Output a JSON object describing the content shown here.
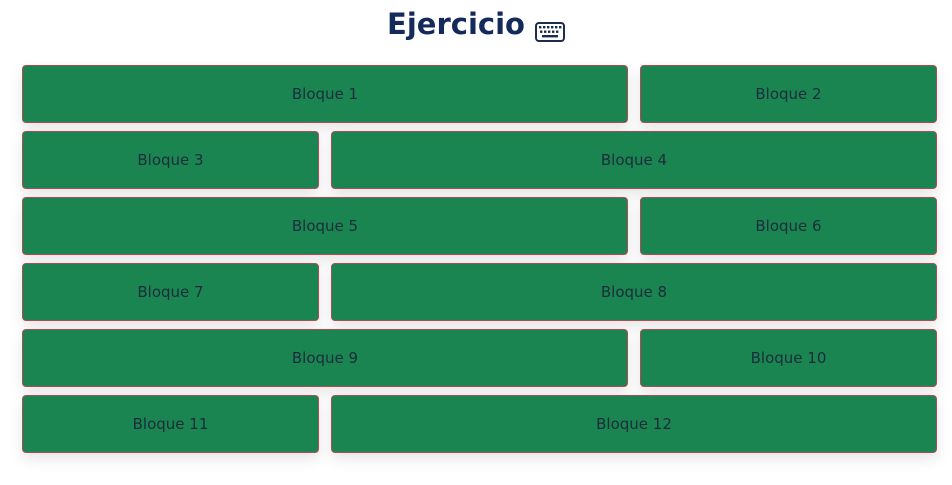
{
  "header": {
    "title": "Ejercicio",
    "icon": "keyboard-icon"
  },
  "colors": {
    "title": "#142a5a",
    "block_bg": "#1b8552",
    "block_border": "#b24a55",
    "block_text": "#1b2d3a"
  },
  "blocks": [
    "Bloque 1",
    "Bloque 2",
    "Bloque 3",
    "Bloque 4",
    "Bloque 5",
    "Bloque 6",
    "Bloque 7",
    "Bloque 8",
    "Bloque 9",
    "Bloque 10",
    "Bloque 11",
    "Bloque 12"
  ]
}
